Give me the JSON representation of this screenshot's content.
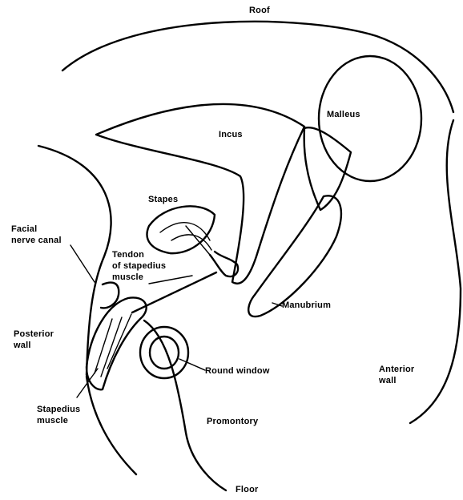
{
  "labels": {
    "roof": "Roof",
    "floor": "Floor",
    "incus": "Incus",
    "malleus": "Malleus",
    "stapes": "Stapes",
    "facial_nerve_canal": "Facial\nnerve canal",
    "tendon_stapedius": "Tendon\nof stapedius\nmuscle",
    "manubrium": "Manubrium",
    "posterior_wall": "Posterior\nwall",
    "round_window": "Round window",
    "anterior_wall": "Anterior\nwall",
    "stapedius_muscle": "Stapedius\nmuscle",
    "promontory": "Promontory"
  },
  "colors": {
    "ink": "#000000",
    "paper": "#ffffff"
  }
}
